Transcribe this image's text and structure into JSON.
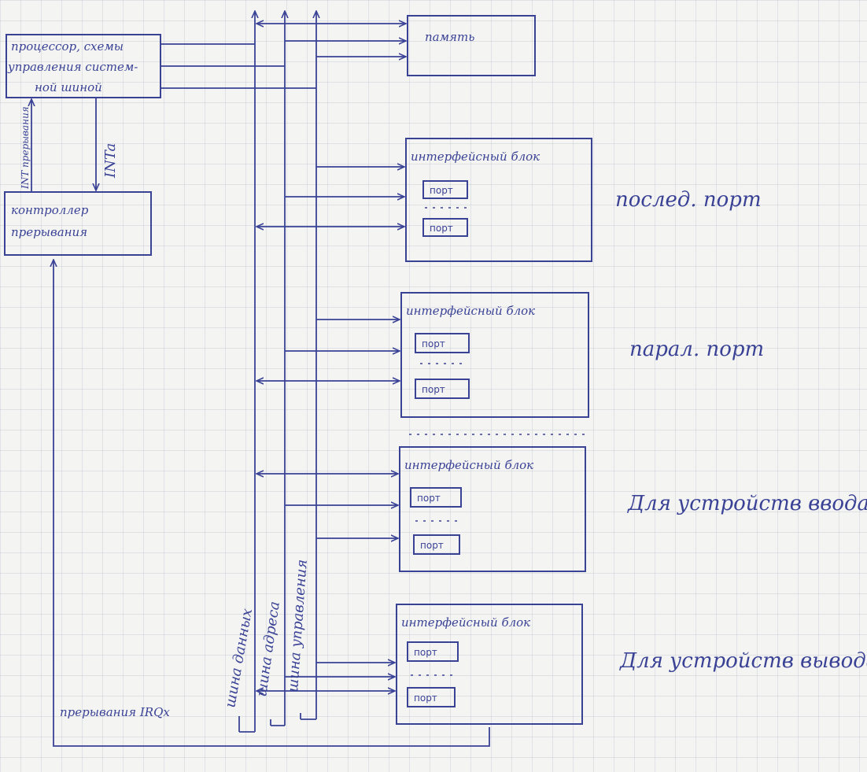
{
  "cpu": {
    "lines": [
      "процессор, схемы",
      "управления систем-",
      "ной шиной"
    ]
  },
  "memory": {
    "label": "память"
  },
  "interrupt_controller": {
    "lines": [
      "контроллер",
      "прерывания"
    ]
  },
  "signals": {
    "int_request": "INT прерывания",
    "int_ack": "INTa",
    "irq": "прерывания IRQx"
  },
  "buses": {
    "data": "шина данных",
    "address": "шина адреса",
    "control": "шина управления"
  },
  "interface_blocks": [
    {
      "title": "интерфейсный блок",
      "port1": "порт",
      "port2": "порт",
      "side_label": "послед. порт"
    },
    {
      "title": "интерфейсный блок",
      "port1": "порт",
      "port2": "порт",
      "side_label": "парал. порт"
    },
    {
      "title": "интерфейсный блок",
      "port1": "порт",
      "port2": "порт",
      "side_label": "Для устройств ввода"
    },
    {
      "title": "интерфейсный блок",
      "port1": "порт",
      "port2": "порт",
      "side_label": "Для устройств вывода"
    }
  ],
  "colors": {
    "ink": "#3a4296",
    "paper": "#f4f4f2"
  }
}
